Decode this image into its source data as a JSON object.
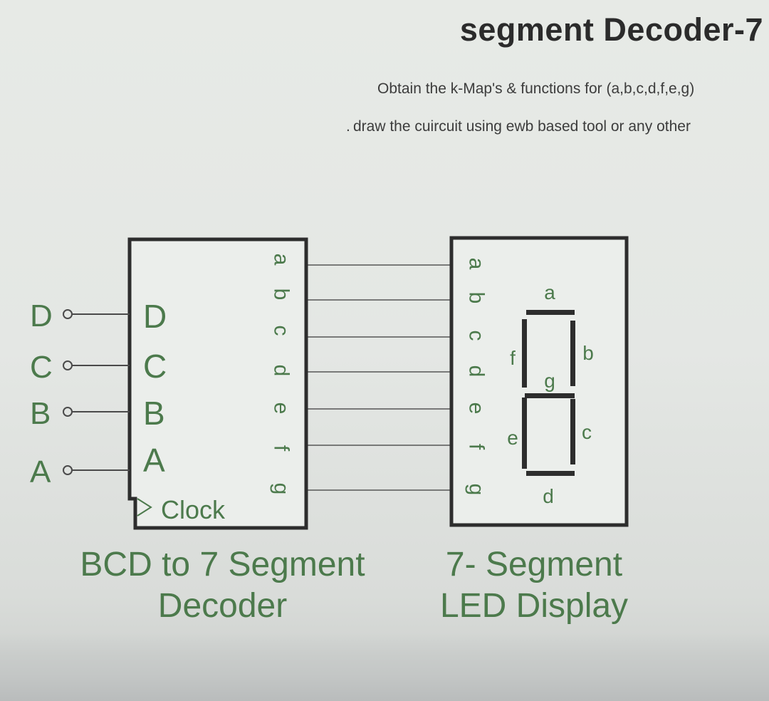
{
  "title": "segment Decoder-7",
  "instructions": [
    "Obtain the k-Map's &  functions for (a,b,c,d,f,e,g)",
    "draw the cuircuit using ewb based tool  or any other"
  ],
  "decoder": {
    "external_inputs": [
      "D",
      "C",
      "B",
      "A"
    ],
    "inputs": [
      "D",
      "C",
      "B",
      "A"
    ],
    "clock_label": "Clock",
    "outputs": [
      "a",
      "b",
      "c",
      "d",
      "e",
      "f",
      "g"
    ],
    "caption_line1": "BCD to 7 Segment",
    "caption_line2": "Decoder"
  },
  "display": {
    "inputs": [
      "a",
      "b",
      "c",
      "d",
      "e",
      "f",
      "g"
    ],
    "segment_labels": {
      "a": "a",
      "b": "b",
      "c": "c",
      "d": "d",
      "e": "e",
      "f": "f",
      "g": "g"
    },
    "caption_line1": "7- Segment",
    "caption_line2": "LED Display"
  },
  "colors": {
    "label_green": "#4c7a4c",
    "outline": "#2d2d2d",
    "wire": "#555555"
  }
}
